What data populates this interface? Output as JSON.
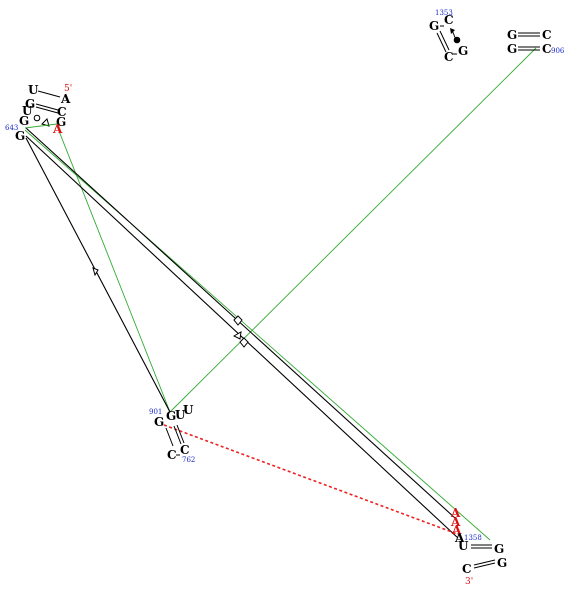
{
  "diagram": {
    "colors": {
      "base": "#000000",
      "highlight": "#dd1111",
      "index": "#1a2bcc",
      "green_link": "#33aa33",
      "red_link": "#ee2222"
    },
    "ends": {
      "five_prime": "5'",
      "three_prime": "3'"
    },
    "indices": {
      "i643": "643",
      "i1353": "1353",
      "i906": "906",
      "i901": "901",
      "i762": "762",
      "i1358": "1358"
    },
    "nucleotides": {
      "top_left": [
        "U",
        "A",
        "G",
        "C",
        "U",
        "G",
        "G",
        "A",
        "G"
      ],
      "top_center": [
        "G",
        "C",
        "C",
        "G"
      ],
      "top_right": [
        "G",
        "C",
        "G",
        "C"
      ],
      "middle": [
        "G",
        "U",
        "U",
        "G",
        "C",
        "C"
      ],
      "bottom_right": [
        "A",
        "A",
        "A",
        "A",
        "U",
        "G",
        "C",
        "G"
      ]
    }
  }
}
